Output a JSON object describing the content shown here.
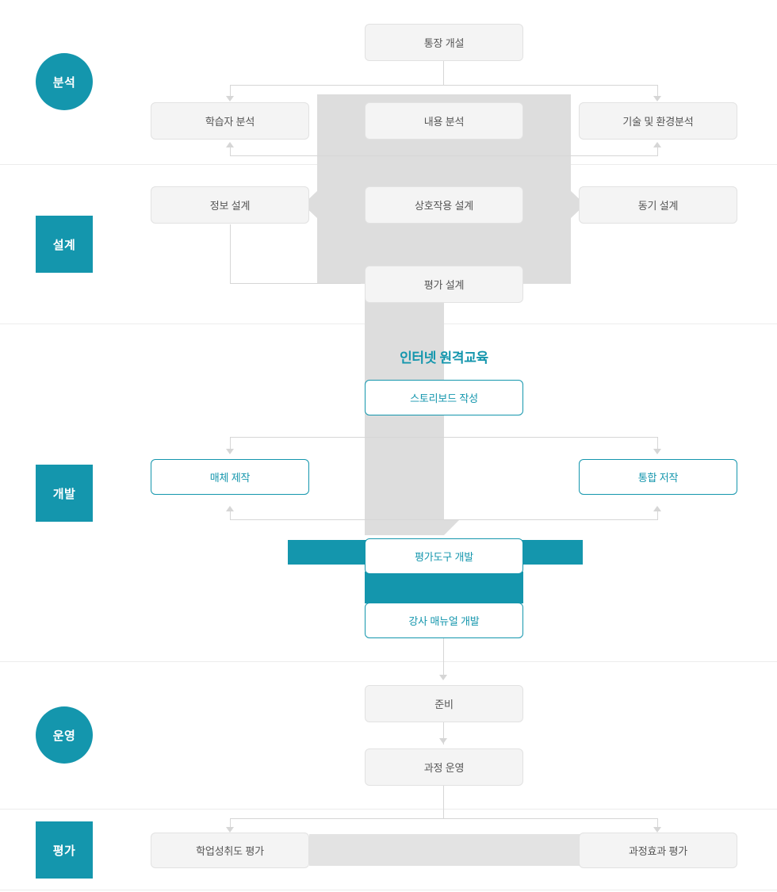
{
  "diagram": {
    "title": "인터넷 원격교육",
    "accent_color": "#1496ad",
    "band_grey_color": "#dddddd",
    "node_grey_bg": "#f4f4f4",
    "node_grey_text": "#555555"
  },
  "stages": [
    {
      "label": "분석",
      "shape": "circle"
    },
    {
      "label": "설계",
      "shape": "square"
    },
    {
      "label": "개발",
      "shape": "square"
    },
    {
      "label": "운영",
      "shape": "circle"
    },
    {
      "label": "평가",
      "shape": "square"
    }
  ],
  "nodes": {
    "account_open": "통장 개설",
    "learner_analysis": "학습자 분석",
    "content_analysis": "내용 분석",
    "tech_env_analysis": "기술 및 환경분석",
    "info_design": "정보 설계",
    "interaction_design": "상호작용 설계",
    "motivation_design": "동기 설계",
    "evaluation_design": "평가 설계",
    "storyboard": "스토리보드 작성",
    "media_production": "매체 제작",
    "integrated_authoring": "통합 저작",
    "eval_tool_dev": "평가도구 개발",
    "instructor_manual": "강사 매뉴얼 개발",
    "preparation": "준비",
    "course_operation": "과정 운영",
    "achievement_eval": "학업성취도 평가",
    "course_effect_eval": "과정효과 평가"
  }
}
